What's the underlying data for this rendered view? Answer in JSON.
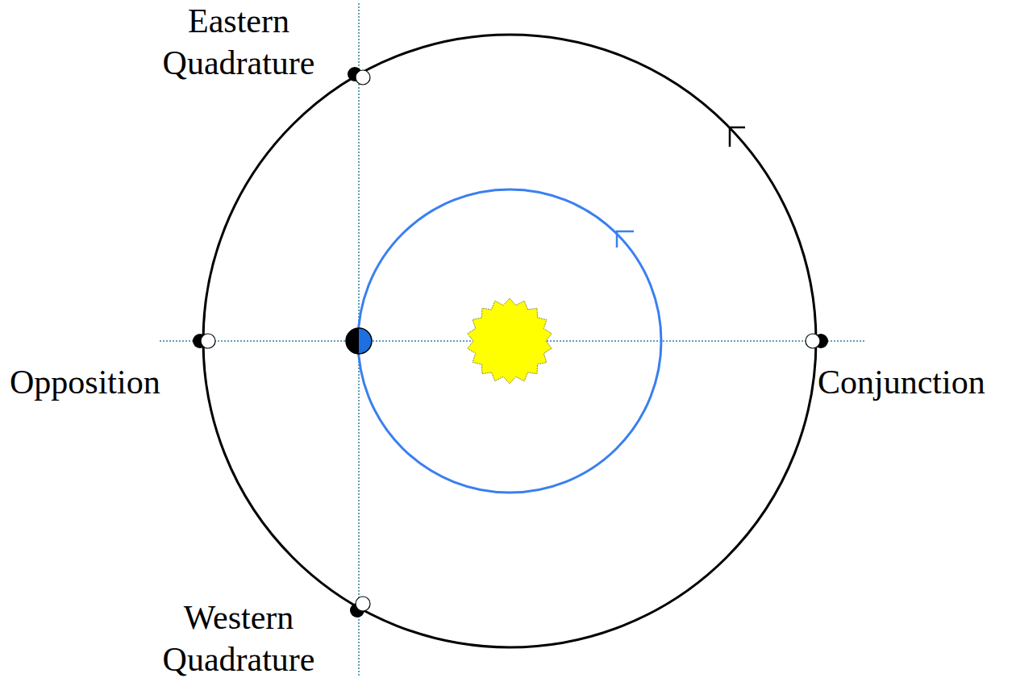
{
  "diagram": {
    "labels": [
      "Eastern Quadrature",
      "Opposition",
      "Conjunction",
      "Western Quadrature"
    ]
  }
}
